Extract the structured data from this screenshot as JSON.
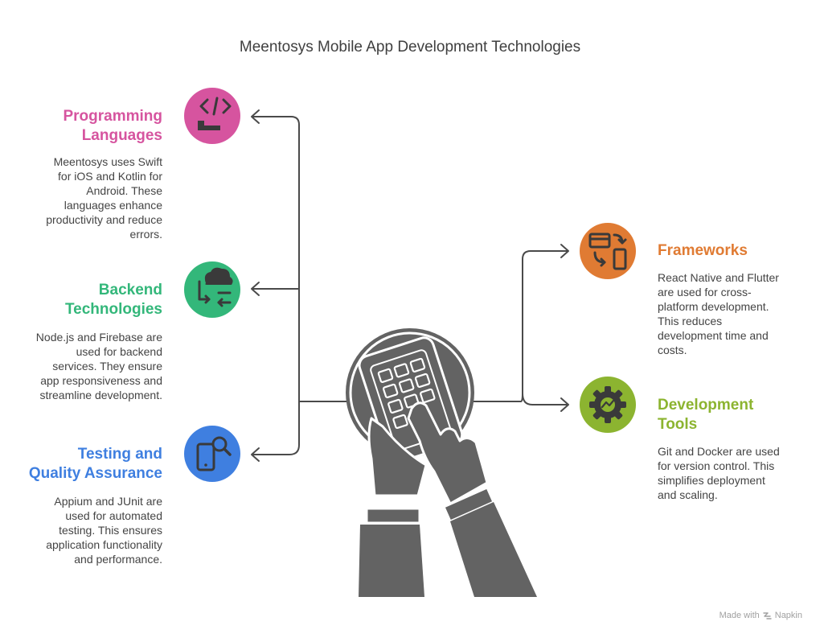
{
  "title": "Meentosys Mobile App Development Technologies",
  "colors": {
    "connector": "#4a4a4a",
    "illustration": "#636363",
    "programming": "#d6549f",
    "backend": "#33b77a",
    "testing": "#3f7fe0",
    "frameworks": "#e07b33",
    "devtools": "#8cb430"
  },
  "items": {
    "programming": {
      "heading": "Programming Languages",
      "heading_lines": [
        "Programming",
        "Languages"
      ],
      "description_lines": [
        "Meentosys uses Swift",
        "for iOS and Kotlin for",
        "Android. These",
        "languages enhance",
        "productivity and reduce",
        "errors."
      ],
      "icon": "code-icon"
    },
    "backend": {
      "heading": "Backend Technologies",
      "heading_lines": [
        "Backend",
        "Technologies"
      ],
      "description_lines": [
        "Node.js and Firebase are",
        "used for backend",
        "services. They ensure",
        "app responsiveness and",
        "streamline development."
      ],
      "icon": "cloud-sync-icon"
    },
    "testing": {
      "heading": "Testing and Quality Assurance",
      "heading_lines": [
        "Testing and",
        "Quality Assurance"
      ],
      "description_lines": [
        "Appium and JUnit are",
        "used for automated",
        "testing. This ensures",
        "application functionality",
        "and performance."
      ],
      "icon": "phone-search-icon"
    },
    "frameworks": {
      "heading": "Frameworks",
      "heading_lines": [
        "Frameworks"
      ],
      "description_lines": [
        "React Native and Flutter",
        "are used for cross-",
        "platform development.",
        "This reduces",
        "development time and",
        "costs."
      ],
      "icon": "cross-platform-icon"
    },
    "devtools": {
      "heading": "Development Tools",
      "heading_lines": [
        "Development",
        "Tools"
      ],
      "description_lines": [
        "Git and Docker are used",
        "for version control. This",
        "simplifies deployment",
        "and scaling."
      ],
      "icon": "gear-icon"
    }
  },
  "central_illustration": "hands-holding-calculator-icon",
  "footer": {
    "made_with": "Made with",
    "brand": "Napkin"
  }
}
